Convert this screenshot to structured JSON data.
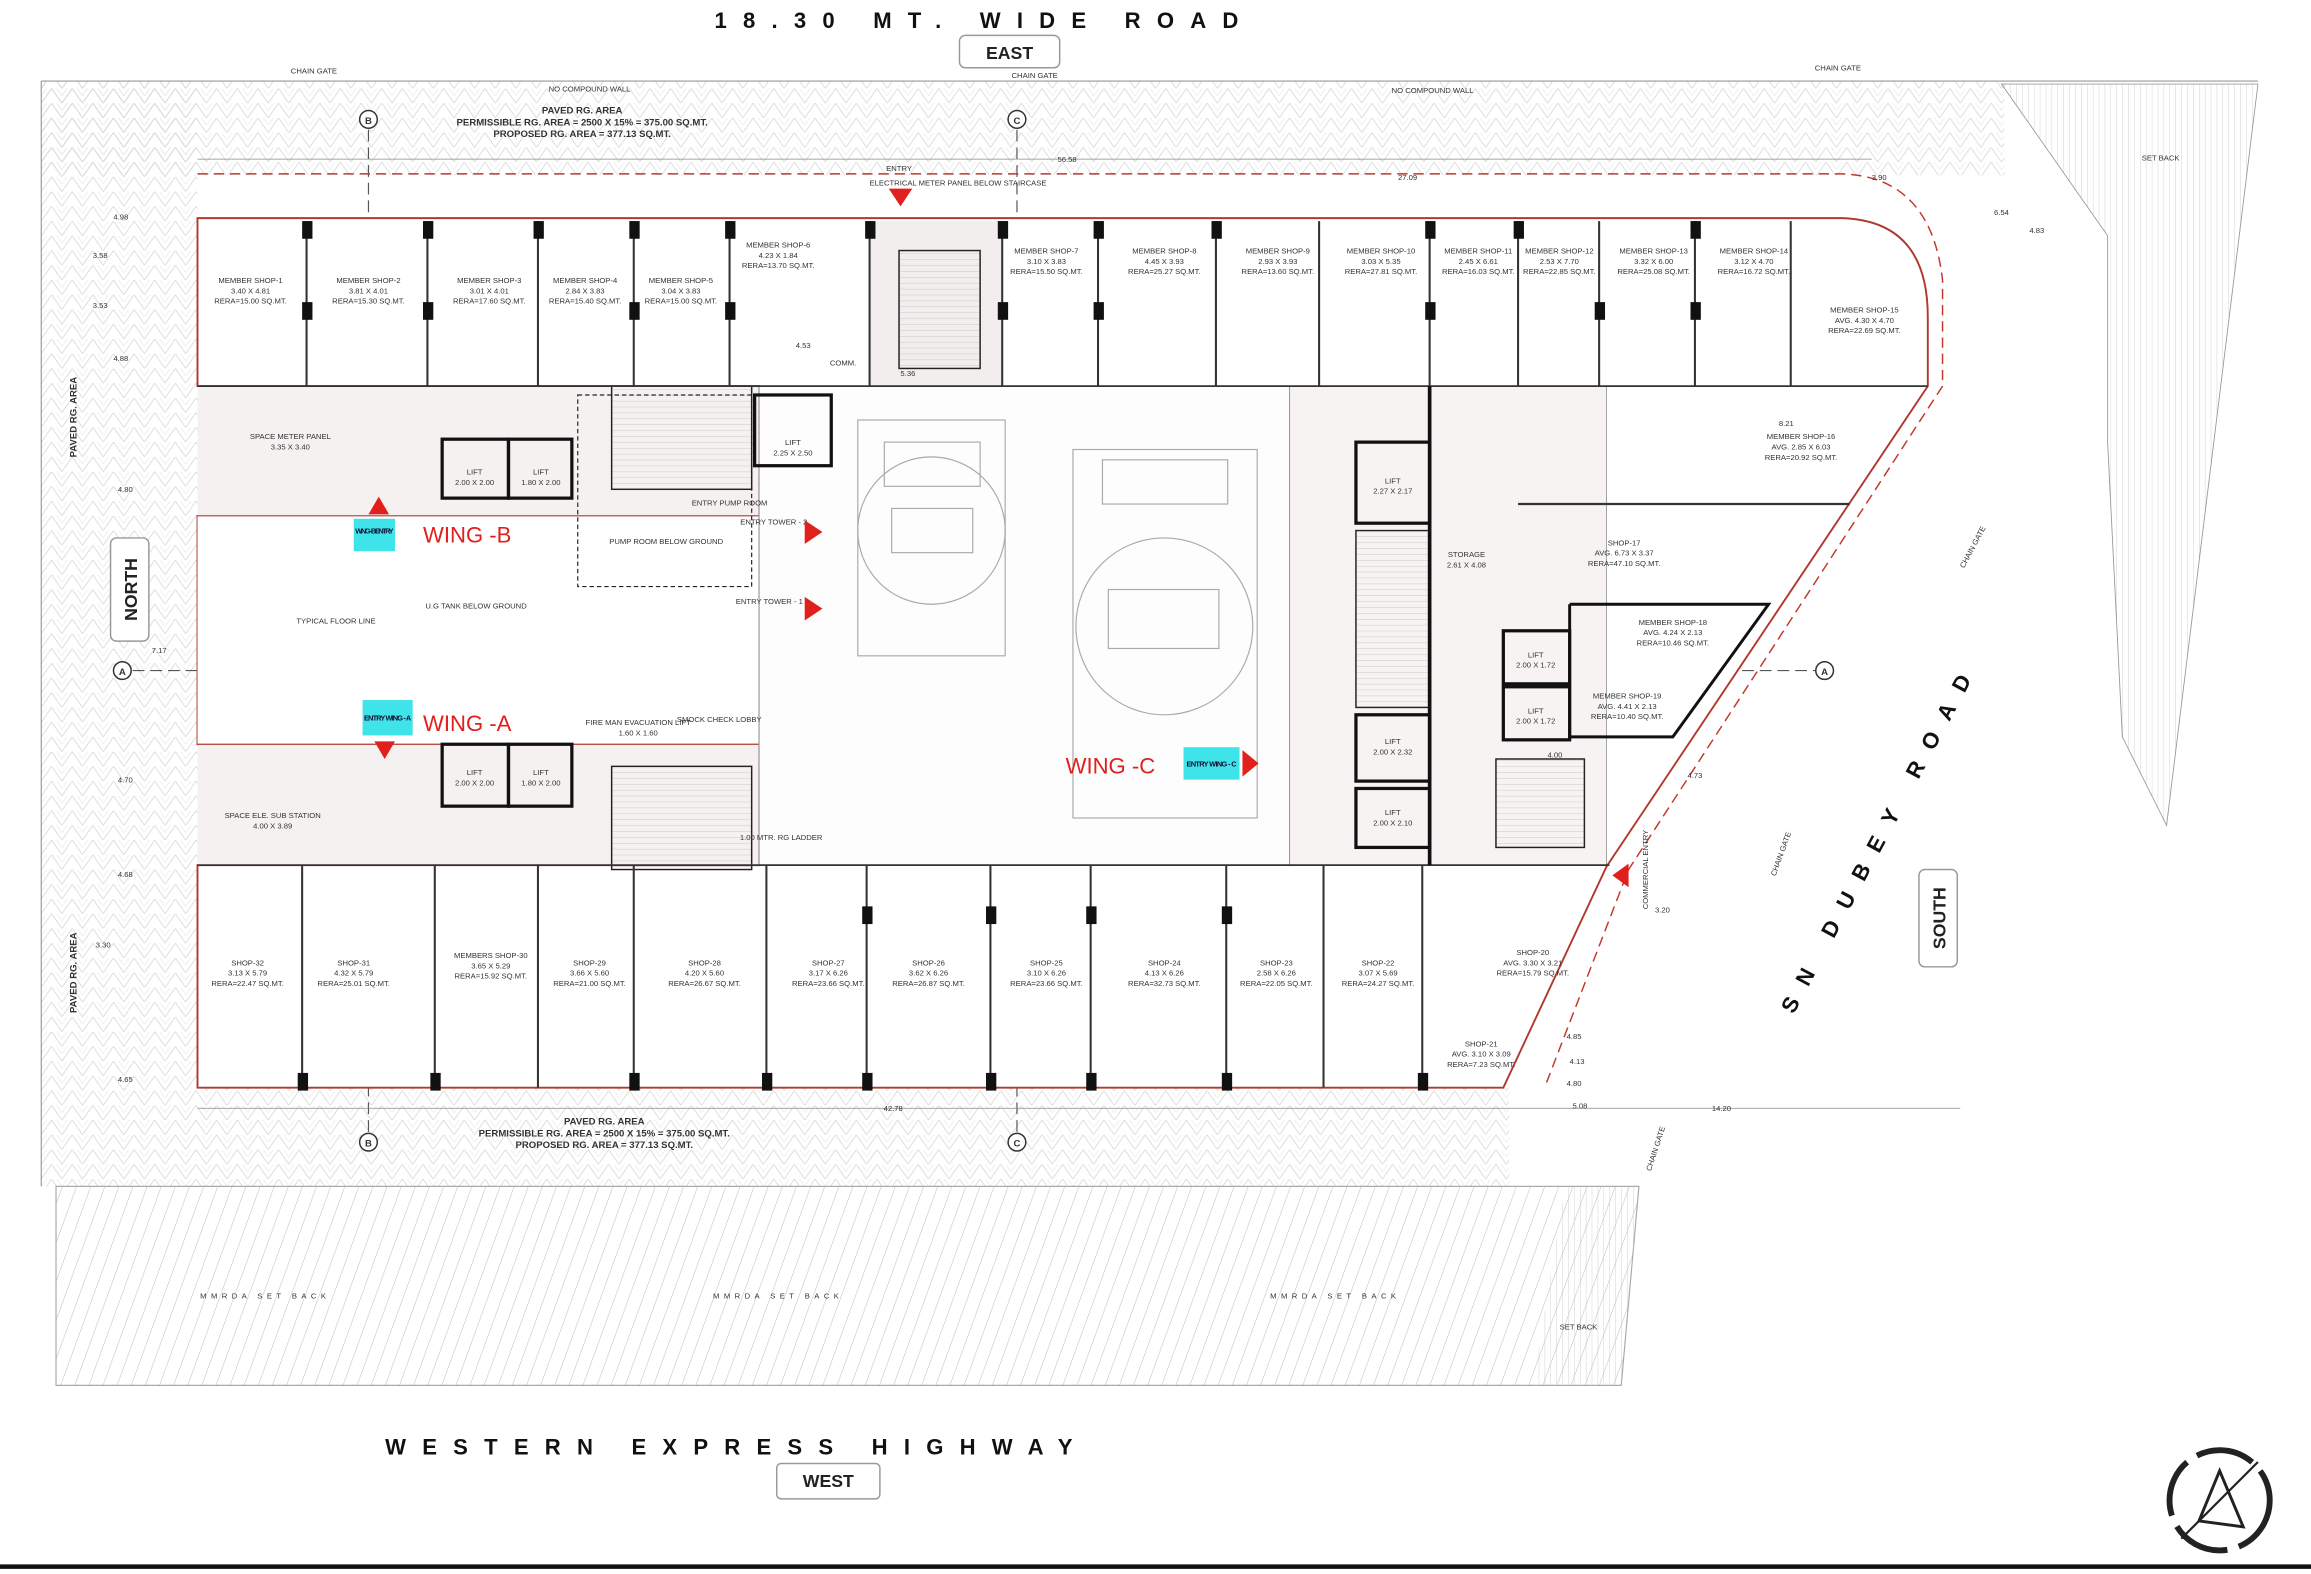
{
  "roads": {
    "east_road": "18.30 MT. WIDE ROAD",
    "east": "EAST",
    "west_road": "WESTERN EXPRESS HIGHWAY",
    "west": "WEST",
    "south_road": "SN DUBEY ROAD",
    "north": "NORTH",
    "south": "SOUTH"
  },
  "site_notes": {
    "paved_title": "PAVED RG. AREA",
    "permissible": "PERMISSIBLE RG. AREA = 2500 X 15% = 375.00 SQ.MT.",
    "proposed": "PROPOSED RG. AREA = 377.13 SQ.MT.",
    "paved_vertical": "PAVED RG. AREA",
    "no_compound_wall": "NO COMPOUND WALL",
    "chain_gate": "CHAIN GATE",
    "set_back": "SET BACK",
    "mmrda_set_back": "MMRDA SET BACK",
    "ug_tank": "U.G TANK BELOW GROUND",
    "typical_floor_line": "TYPICAL FLOOR LINE",
    "pump_room": "PUMP ROOM BELOW GROUND",
    "entry_pump_room": "ENTRY PUMP ROOM",
    "entry_tower_2": "ENTRY TOWER - 2",
    "entry_tower_1": "ENTRY TOWER - 1",
    "entry": "ENTRY",
    "electrical_panel": "ELECTRICAL METER PANEL BELOW STAIRCASE",
    "commercial_entry": "COMMERCIAL ENTRY",
    "comm": "COMM."
  },
  "wings": {
    "wing_b": "WING -B",
    "wing_a": "WING -A",
    "wing_c": "WING -C",
    "wing_b_entry": "WING - B ENTRY",
    "wing_a_entry": "ENTRY WING - A",
    "wing_c_entry": "ENTRY WING - C",
    "entry_color": "#3fe3ea",
    "label_color": "#e0201c"
  },
  "grid_marks": [
    "A",
    "B",
    "C"
  ],
  "shops_top": [
    {
      "name": "MEMBER SHOP-1",
      "size": "3.40 X 4.81",
      "rera": "RERA=15.00 SQ.MT."
    },
    {
      "name": "MEMBER SHOP-2",
      "size": "3.81 X 4.01",
      "rera": "RERA=15.30 SQ.MT."
    },
    {
      "name": "MEMBER SHOP-3",
      "size": "3.01 X 4.01",
      "rera": "RERA=17.60 SQ.MT."
    },
    {
      "name": "MEMBER SHOP-4",
      "size": "2.84 X 3.83",
      "rera": "RERA=15.40 SQ.MT."
    },
    {
      "name": "MEMBER SHOP-5",
      "size": "3.04 X 3.83",
      "rera": "RERA=15.00 SQ.MT."
    },
    {
      "name": "MEMBER SHOP-6",
      "size": "4.23 X 1.84",
      "rera": "RERA=13.70 SQ.MT."
    },
    {
      "name": "MEMBER SHOP-7",
      "size": "3.10 X 3.83",
      "rera": "RERA=15.50 SQ.MT."
    },
    {
      "name": "MEMBER SHOP-8",
      "size": "4.45 X 3.93",
      "rera": "RERA=25.27 SQ.MT."
    },
    {
      "name": "MEMBER SHOP-9",
      "size": "2.93 X 3.93",
      "rera": "RERA=13.60 SQ.MT."
    },
    {
      "name": "MEMBER SHOP-10",
      "size": "3.03 X 5.35",
      "rera": "RERA=27.81 SQ.MT."
    },
    {
      "name": "MEMBER SHOP-11",
      "size": "2.45 X 6.61",
      "rera": "RERA=16.03 SQ.MT."
    },
    {
      "name": "MEMBER SHOP-12",
      "size": "2.53 X 7.70",
      "rera": "RERA=22.85 SQ.MT."
    },
    {
      "name": "MEMBER SHOP-13",
      "size": "3.32 X 6.00",
      "rera": "RERA=25.08 SQ.MT."
    },
    {
      "name": "MEMBER SHOP-14",
      "size": "3.12 X 4.70",
      "rera": "RERA=16.72 SQ.MT."
    },
    {
      "name": "MEMBER SHOP-15",
      "size": "AVG. 4.30 X 4.70",
      "rera": "RERA=22.69 SQ.MT."
    },
    {
      "name": "MEMBER SHOP-16",
      "size": "AVG. 2.85 X 6.03",
      "rera": "RERA=20.92 SQ.MT."
    },
    {
      "name": "SHOP-17",
      "size": "AVG. 6.73 X 3.37",
      "rera": "RERA=47.10 SQ.MT."
    },
    {
      "name": "MEMBER SHOP-18",
      "size": "AVG. 4.24 X 2.13",
      "rera": "RERA=10.46 SQ.MT."
    },
    {
      "name": "MEMBER SHOP-19",
      "size": "AVG. 4.41 X 2.13",
      "rera": "RERA=10.40 SQ.MT."
    }
  ],
  "shops_bottom": [
    {
      "name": "SHOP-32",
      "size": "3.13 X 5.79",
      "rera": "RERA=22.47 SQ.MT."
    },
    {
      "name": "SHOP-31",
      "size": "4.32 X 5.79",
      "rera": "RERA=25.01 SQ.MT."
    },
    {
      "name": "MEMBERS SHOP-30",
      "size": "3.65 X 5.29",
      "rera": "RERA=15.92 SQ.MT."
    },
    {
      "name": "SHOP-29",
      "size": "3.66 X 5.60",
      "rera": "RERA=21.00 SQ.MT."
    },
    {
      "name": "SHOP-28",
      "size": "4.20 X 5.60",
      "rera": "RERA=26.67 SQ.MT."
    },
    {
      "name": "SHOP-27",
      "size": "3.17 X 6.26",
      "rera": "RERA=23.66 SQ.MT."
    },
    {
      "name": "SHOP-26",
      "size": "3.62 X 6.26",
      "rera": "RERA=26.87 SQ.MT."
    },
    {
      "name": "SHOP-25",
      "size": "3.10 X 6.26",
      "rera": "RERA=23.66 SQ.MT."
    },
    {
      "name": "SHOP-24",
      "size": "4.13 X 6.26",
      "rera": "RERA=32.73 SQ.MT."
    },
    {
      "name": "SHOP-23",
      "size": "2.58 X 6.26",
      "rera": "RERA=22.05 SQ.MT."
    },
    {
      "name": "SHOP-22",
      "size": "3.07 X 5.69",
      "rera": "RERA=24.27 SQ.MT."
    },
    {
      "name": "SHOP-20",
      "size": "AVG. 3.30 X 3.21",
      "rera": "RERA=15.79 SQ.MT."
    },
    {
      "name": "SHOP-21",
      "size": "AVG. 3.10 X 3.09",
      "rera": "RERA=7.23 SQ.MT."
    }
  ],
  "rooms": [
    {
      "name": "SPACE METER PANEL",
      "size": "3.35 X 3.40"
    },
    {
      "name": "SPACE ELE. SUB STATION",
      "size": "4.00 X 3.89"
    },
    {
      "name": "LIFT",
      "size": "2.00 X 2.00"
    },
    {
      "name": "LIFT",
      "size": "1.80 X 2.00"
    },
    {
      "name": "LIFT",
      "size": "2.25 X 2.50"
    },
    {
      "name": "LIFT",
      "size": "2.00 X 2.00"
    },
    {
      "name": "LIFT",
      "size": "1.80 X 2.00"
    },
    {
      "name": "LIFT",
      "size": "2.27 X 2.17"
    },
    {
      "name": "LIFT",
      "size": "2.00 X 1.72"
    },
    {
      "name": "LIFT",
      "size": "2.00 X 1.72"
    },
    {
      "name": "LIFT",
      "size": "2.00 X 2.32"
    },
    {
      "name": "LIFT",
      "size": "2.00 X 2.10"
    },
    {
      "name": "STORAGE",
      "size": "2.61 X 4.08"
    },
    {
      "name": "FIRE MAN EVACUATION LIFT",
      "size": "1.60 X 1.60"
    },
    {
      "name": "SMOCK CHECK LOBBY",
      "size": ""
    },
    {
      "name": "1.00 MTR. RG LADDER",
      "size": ""
    }
  ],
  "dimensions": {
    "top_overall": "56.58",
    "top_right": "27.09",
    "corner": "3.90",
    "bottom_overall": "42.78",
    "bottom_right": "14.20",
    "east_mid": "8.21",
    "core_a": "4.53",
    "core_b": "5.36",
    "left_a": "4.98",
    "left_b": "3.58",
    "left_c": "3.53",
    "left_d": "4.88",
    "left_e": "4.80",
    "left_f": "7.17",
    "left_g": "4.70",
    "left_h": "4.68",
    "left_i": "3.30",
    "left_j": "4.65",
    "diag_a": "6.54",
    "diag_b": "4.83",
    "diag_c": "4.85",
    "diag_d": "4.13",
    "diag_e": "4.80",
    "diag_f": "5.08",
    "diag_g": "3.20",
    "diag_h": "4.73",
    "stair": "4.00"
  }
}
